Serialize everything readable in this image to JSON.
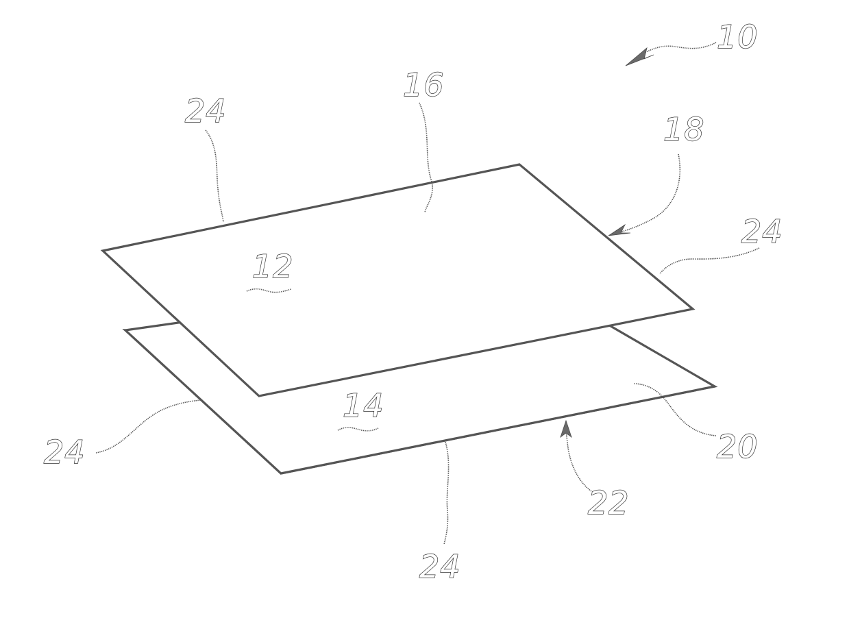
{
  "diagram": {
    "labels": {
      "assembly": "10",
      "first_sheet": "12",
      "second_sheet": "14",
      "top_surface": "16",
      "first_edge": "18",
      "second_surface": "20",
      "second_edge": "22",
      "edge_upper_left": "24",
      "edge_upper_right": "24",
      "edge_lower_left": "24",
      "edge_bottom": "24"
    }
  }
}
